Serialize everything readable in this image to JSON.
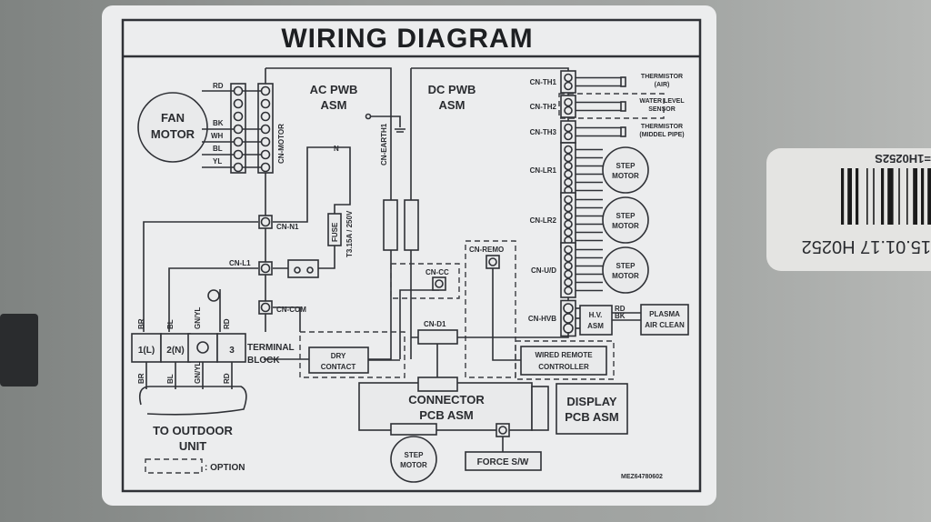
{
  "label": {
    "title": "WIRING DIAGRAM",
    "fan_motor": [
      "FAN",
      "MOTOR"
    ],
    "wire_colors_motor": [
      "RD",
      "BK",
      "WH",
      "BL",
      "YL"
    ],
    "cn_motor": "CN-MOTOR",
    "ac_pwb": [
      "AC PWB",
      "ASM"
    ],
    "dc_pwb": [
      "DC PWB",
      "ASM"
    ],
    "cn_earth": "CN-EARTH1",
    "cn_n1": "CN-N1",
    "cn_l1": "CN-L1",
    "cn_com": "CN-COM",
    "fuse": "FUSE",
    "fuse_rating": "T3.15A / 250V",
    "terminal_wires": [
      "BR",
      "BL",
      "GN/YL",
      "RD"
    ],
    "terminal_cells": [
      "1(L)",
      "2(N)",
      "",
      "3"
    ],
    "terminal_block": [
      "TERMINAL",
      "BLOCK"
    ],
    "to_outdoor": [
      "TO OUTDOOR",
      "UNIT"
    ],
    "option_legend": ": OPTION",
    "right_connectors": [
      "CN-TH1",
      "CN-TH2",
      "CN-TH3",
      "CN-LR1",
      "CN-LR2",
      "CN-U/D",
      "CN-HVB"
    ],
    "sensors": [
      [
        "THERMISTOR",
        "(AIR)"
      ],
      [
        "WATER LEVEL",
        "SENSOR"
      ],
      [
        "THERMISTOR",
        "(MIDDEL PIPE)"
      ]
    ],
    "step_motor": [
      "STEP",
      "MOTOR"
    ],
    "hv_asm": [
      "H.V.",
      "ASM"
    ],
    "hv_wires": [
      "RD",
      "BK"
    ],
    "plasma": [
      "PLASMA",
      "AIR CLEAN"
    ],
    "cn_remo": "CN-REMO",
    "cn_cc": "CN-CC",
    "cn_d1": "CN-D1",
    "dry_contact": [
      "DRY",
      "CONTACT"
    ],
    "wired_remote": [
      "WIRED REMOTE",
      "CONTROLLER"
    ],
    "connector_pcb": [
      "CONNECTOR",
      "PCB ASM"
    ],
    "display_pcb": [
      "DISPLAY",
      "PCB ASM"
    ],
    "force_sw": "FORCE S/W",
    "part_number": "MEZ64780602"
  },
  "sticker": {
    "code_top": "=1H0252S",
    "code_bottom": "15.01.17 H0252"
  }
}
